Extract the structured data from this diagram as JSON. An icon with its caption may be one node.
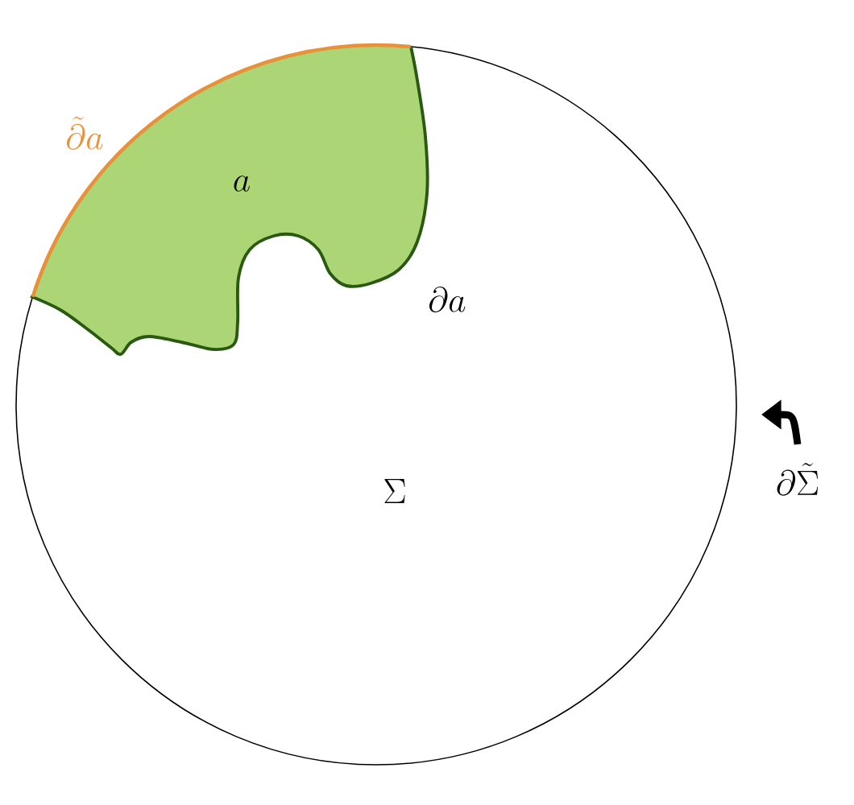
{
  "diagram": {
    "nodes": [
      {
        "text": [
          "\\Sigma"
        ],
        "beside": [
          "\\partial\\tilde{\\Sigma}"
        ]
      },
      {
        "text": [
          "a"
        ],
        "in": 0,
        "beside": [
          "\\tilde{\\partial} a",
          "\\partial a"
        ]
      }
    ]
  }
}
